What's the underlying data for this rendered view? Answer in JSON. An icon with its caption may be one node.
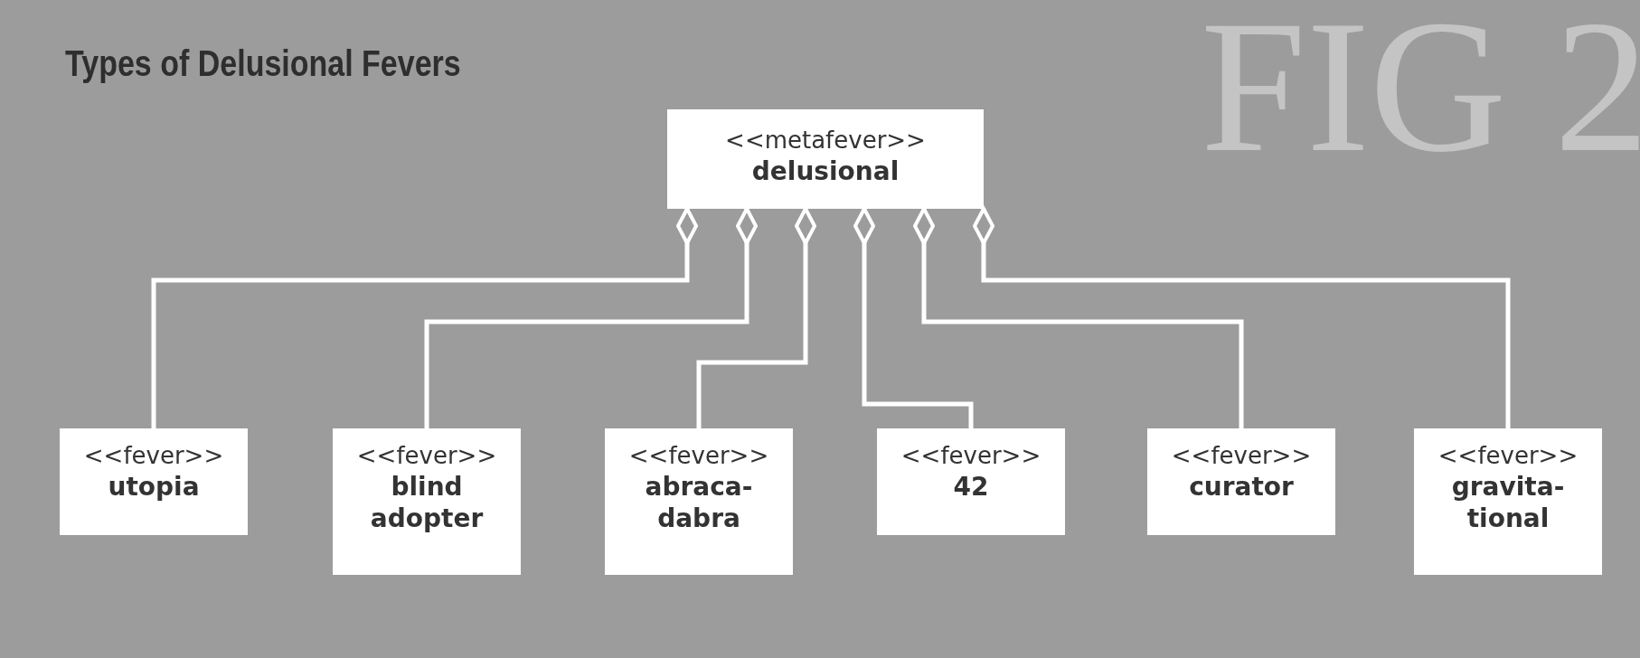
{
  "diagram": {
    "title": "Types of Delusional Fevers",
    "nodes": [
      {
        "text": [
          "<<metafever>>",
          "delusional"
        ]
      },
      {
        "text": [
          "<<fever>>",
          "utopia"
        ]
      },
      {
        "text": [
          "<<fever>>",
          "blind adopter"
        ]
      },
      {
        "text": [
          "<<fever>>",
          "abraca- dabra"
        ]
      },
      {
        "text": [
          "<<fever>>",
          "42"
        ]
      },
      {
        "text": [
          "<<fever>>",
          "curator"
        ]
      },
      {
        "text": [
          "<<fever>>",
          "gravita- tional"
        ]
      }
    ],
    "edges": [
      {
        "from": 1,
        "to": 0,
        "arrow": "other"
      },
      {
        "from": 2,
        "to": 0,
        "arrow": "other"
      },
      {
        "from": 3,
        "to": 0,
        "arrow": "other"
      },
      {
        "from": 4,
        "to": 0,
        "arrow": "other"
      },
      {
        "from": 5,
        "to": 0,
        "arrow": "other"
      },
      {
        "from": 6,
        "to": 0,
        "arrow": "other"
      }
    ],
    "labels": [
      "FIG 2"
    ]
  }
}
